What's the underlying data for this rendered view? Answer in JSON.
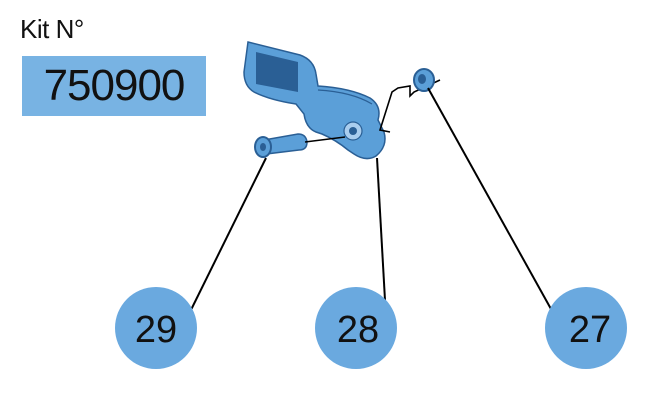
{
  "kit": {
    "label": "Kit N°",
    "number": "750900"
  },
  "callouts": [
    {
      "id": "29"
    },
    {
      "id": "28"
    },
    {
      "id": "27"
    }
  ],
  "colors": {
    "kit_box": "#78b3e3",
    "callout_circle": "#6aa9df",
    "part_fill": "#5b9fd8",
    "part_edge": "#2a5f95",
    "line": "#000000"
  }
}
